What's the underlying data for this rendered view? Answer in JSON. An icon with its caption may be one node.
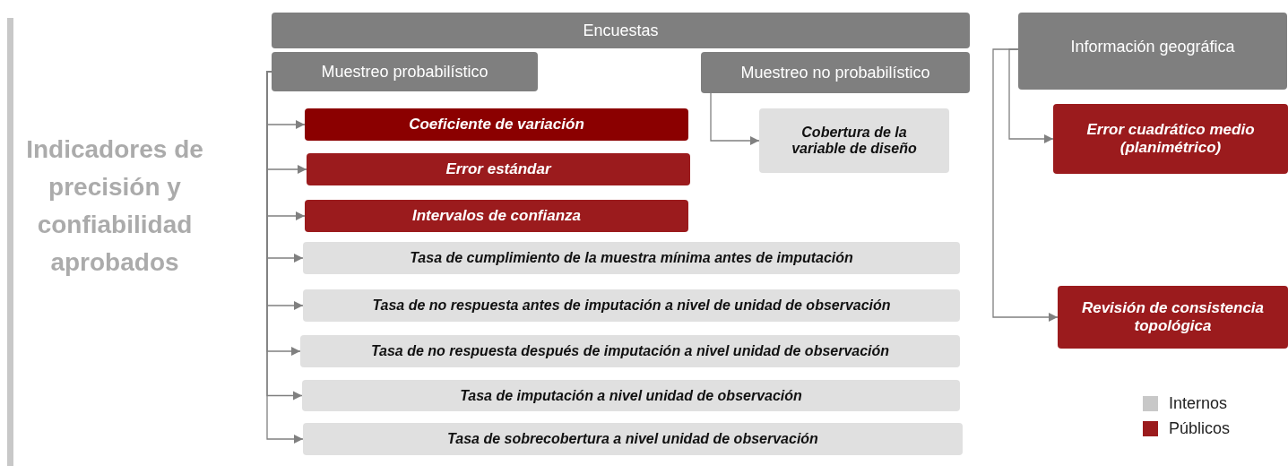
{
  "diagram": {
    "nodes": [
      {
        "text": [
          "Encuestas"
        ]
      },
      {
        "text": [
          "Muestreo probabilístico"
        ]
      },
      {
        "text": [
          "Muestreo no probabilístico"
        ]
      },
      {
        "text": [
          "Información geográfica"
        ]
      },
      {
        "text": [
          "Coeficiente de variación"
        ]
      },
      {
        "text": [
          "Error estándar"
        ]
      },
      {
        "text": [
          "Intervalos de confianza"
        ]
      },
      {
        "text": [
          "Tasa de cumplimiento de la muestra mínima antes de imputación"
        ]
      },
      {
        "text": [
          "Tasa de no respuesta antes de imputación a nivel de unidad de observación"
        ]
      },
      {
        "text": [
          "Tasa de no respuesta después de imputación a nivel unidad de observación"
        ]
      },
      {
        "text": [
          "Tasa de imputación a nivel unidad de observación"
        ]
      },
      {
        "text": [
          "Tasa de sobrecobertura a nivel unidad de observación"
        ]
      },
      {
        "text": [
          "Cobertura de la variable de diseño"
        ]
      },
      {
        "text": [
          "Error cuadrático medio (planimétrico)"
        ]
      },
      {
        "text": [
          "Revisión de consistencia topológica"
        ]
      }
    ],
    "edges": [
      {
        "from": 1,
        "to": 4,
        "arrow": "to"
      },
      {
        "from": 1,
        "to": 5,
        "arrow": "to"
      },
      {
        "from": 1,
        "to": 6,
        "arrow": "to"
      },
      {
        "from": 1,
        "to": 7,
        "arrow": "to"
      },
      {
        "from": 1,
        "to": 8,
        "arrow": "to"
      },
      {
        "from": 1,
        "to": 9,
        "arrow": "to"
      },
      {
        "from": 1,
        "to": 10,
        "arrow": "to"
      },
      {
        "from": 1,
        "to": 11,
        "arrow": "to"
      },
      {
        "from": 2,
        "to": 12,
        "arrow": "to"
      },
      {
        "from": 3,
        "to": 13,
        "arrow": "to"
      },
      {
        "from": 3,
        "to": 14,
        "arrow": "to"
      }
    ],
    "labels": [
      "Indicadores de precisión y confiabilidad aprobados"
    ],
    "legend": [
      {
        "text": "Internos",
        "color": "#c8c8c8"
      },
      {
        "text": "Públicos",
        "color": "#9b1b1d"
      }
    ]
  }
}
